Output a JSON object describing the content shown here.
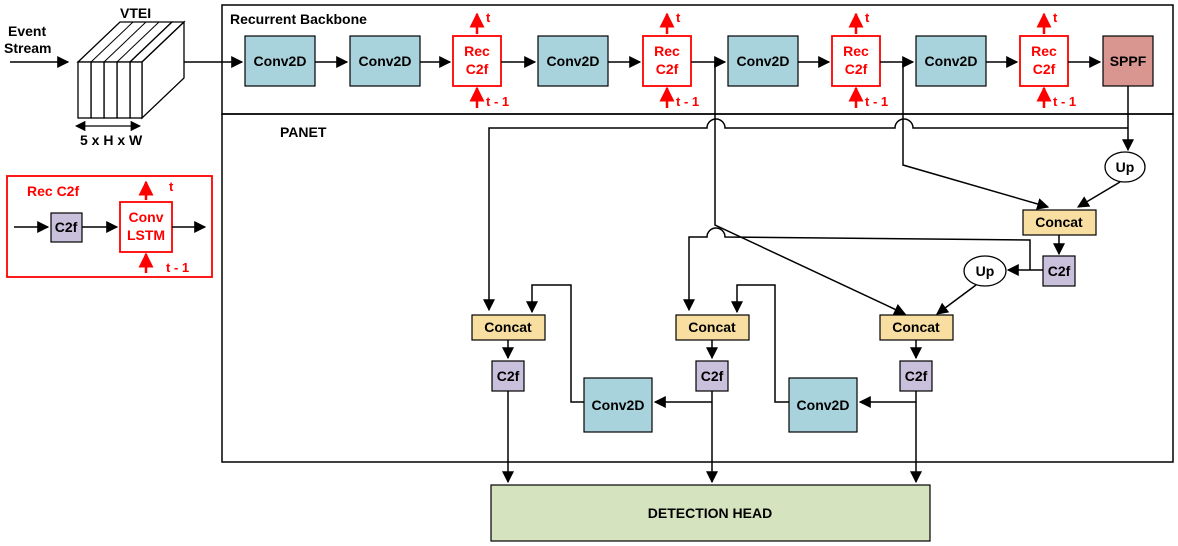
{
  "input": {
    "label_line1": "Event",
    "label_line2": "Stream"
  },
  "vtei": {
    "title": "VTEI",
    "dims": "5 x H x W"
  },
  "backbone": {
    "title": "Recurrent Backbone",
    "conv_label": "Conv2D",
    "rec_line1": "Rec",
    "rec_line2": "C2f",
    "t_label": "t",
    "t_prev_label": "t - 1",
    "sppf_label": "SPPF"
  },
  "panet": {
    "title": "PANET",
    "up_label": "Up",
    "concat_label": "Concat",
    "c2f_label": "C2f",
    "conv_label": "Conv2D"
  },
  "legend": {
    "title": "Rec C2f",
    "c2f_label": "C2f",
    "convlstm_line1": "Conv",
    "convlstm_line2": "LSTM",
    "t_label": "t",
    "t_prev_label": "t - 1"
  },
  "detection_head": {
    "label": "DETECTION HEAD"
  },
  "colors": {
    "conv": "#a9d3dc",
    "c2f": "#c9c0dc",
    "concat": "#f8dea0",
    "sppf": "#d9958f",
    "detection_head": "#d6e3bf",
    "recurrent": "#ff0000"
  }
}
